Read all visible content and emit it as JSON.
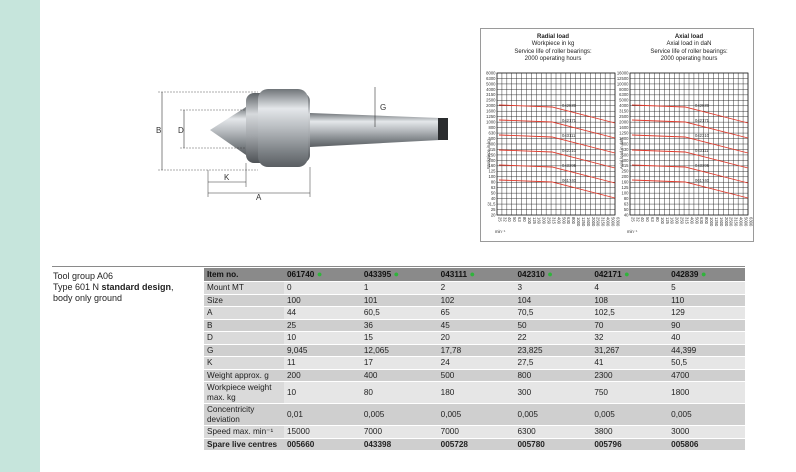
{
  "drawing": {
    "labels": {
      "b": "B",
      "d": "D",
      "g": "G",
      "k": "K",
      "a": "A"
    }
  },
  "charts": {
    "radial": {
      "title": "Radial load",
      "subtitle1": "Workpiece in kg",
      "subtitle2": "Service life of roller bearings:",
      "subtitle3": "2000 operating hours",
      "ylabel": "Workpiece in kg",
      "xunit": "min⁻¹",
      "yticks": [
        "8000",
        "6300",
        "5000",
        "4000",
        "3150",
        "2500",
        "2000",
        "1600",
        "1250",
        "1000",
        "800",
        "630",
        "500",
        "400",
        "315",
        "250",
        "200",
        "160",
        "125",
        "100",
        "80",
        "63",
        "50",
        "40",
        "31,5",
        "25",
        "20"
      ],
      "xticks": [
        "25",
        "32",
        "40",
        "50",
        "63",
        "80",
        "100",
        "125",
        "160",
        "200",
        "250",
        "315",
        "400",
        "500",
        "630",
        "800",
        "1000",
        "1250",
        "1600",
        "2000",
        "2500",
        "3150",
        "4000",
        "5000",
        "6300"
      ],
      "curve_labels": [
        "042839",
        "042171",
        "043111",
        "042310",
        "043395",
        "061740"
      ]
    },
    "axial": {
      "title": "Axial load",
      "subtitle1": "Axial load in daN",
      "subtitle2": "Service life of roller bearings:",
      "subtitle3": "2000 operating hours",
      "ylabel": "Axial load in daN",
      "xunit": "min⁻¹",
      "yticks": [
        "16000",
        "12500",
        "10000",
        "8000",
        "6300",
        "5000",
        "4000",
        "3150",
        "2500",
        "2000",
        "1600",
        "1250",
        "1000",
        "800",
        "630",
        "500",
        "400",
        "315",
        "250",
        "200",
        "160",
        "125",
        "100",
        "80",
        "63",
        "50",
        "40"
      ],
      "xticks": [
        "25",
        "32",
        "40",
        "50",
        "63",
        "80",
        "100",
        "125",
        "160",
        "200",
        "250",
        "315",
        "400",
        "500",
        "630",
        "800",
        "1000",
        "1250",
        "1600",
        "2000",
        "2500",
        "3150",
        "4000",
        "5000",
        "6300"
      ],
      "curve_labels": [
        "042839",
        "042171",
        "042310",
        "043111",
        "043395",
        "061740"
      ]
    }
  },
  "description": {
    "line1": "Tool group A06",
    "line2_prefix": "Type 601 N ",
    "line2_bold": "standard design",
    "line2_suffix": ",",
    "line3": "body only ground"
  },
  "table": {
    "header_label": "Item no.",
    "status_color": "#2fb43b",
    "items": [
      "061740",
      "043395",
      "043111",
      "042310",
      "042171",
      "042839"
    ],
    "rows": [
      {
        "label": "Mount MT",
        "values": [
          "0",
          "1",
          "2",
          "3",
          "4",
          "5"
        ]
      },
      {
        "label": "Size",
        "values": [
          "100",
          "101",
          "102",
          "104",
          "108",
          "110"
        ]
      },
      {
        "label": "A",
        "values": [
          "44",
          "60,5",
          "65",
          "70,5",
          "102,5",
          "129"
        ]
      },
      {
        "label": "B",
        "values": [
          "25",
          "36",
          "45",
          "50",
          "70",
          "90"
        ]
      },
      {
        "label": "D",
        "values": [
          "10",
          "15",
          "20",
          "22",
          "32",
          "40"
        ]
      },
      {
        "label": "G",
        "values": [
          "9,045",
          "12,065",
          "17,78",
          "23,825",
          "31,267",
          "44,399"
        ]
      },
      {
        "label": "K",
        "values": [
          "11",
          "17",
          "24",
          "27,5",
          "41",
          "50,5"
        ]
      },
      {
        "label": "Weight approx. g",
        "values": [
          "200",
          "400",
          "500",
          "800",
          "2300",
          "4700"
        ]
      },
      {
        "label": "Workpiece weight max. kg",
        "values": [
          "10",
          "80",
          "180",
          "300",
          "750",
          "1800"
        ]
      },
      {
        "label": "Concentricity deviation",
        "values": [
          "0,01",
          "0,005",
          "0,005",
          "0,005",
          "0,005",
          "0,005"
        ]
      },
      {
        "label": "Speed max. min⁻¹",
        "values": [
          "15000",
          "7000",
          "7000",
          "6300",
          "3800",
          "3000"
        ]
      },
      {
        "label": "Spare live centres",
        "values": [
          "005660",
          "043398",
          "005728",
          "005780",
          "005796",
          "005806"
        ]
      }
    ]
  }
}
